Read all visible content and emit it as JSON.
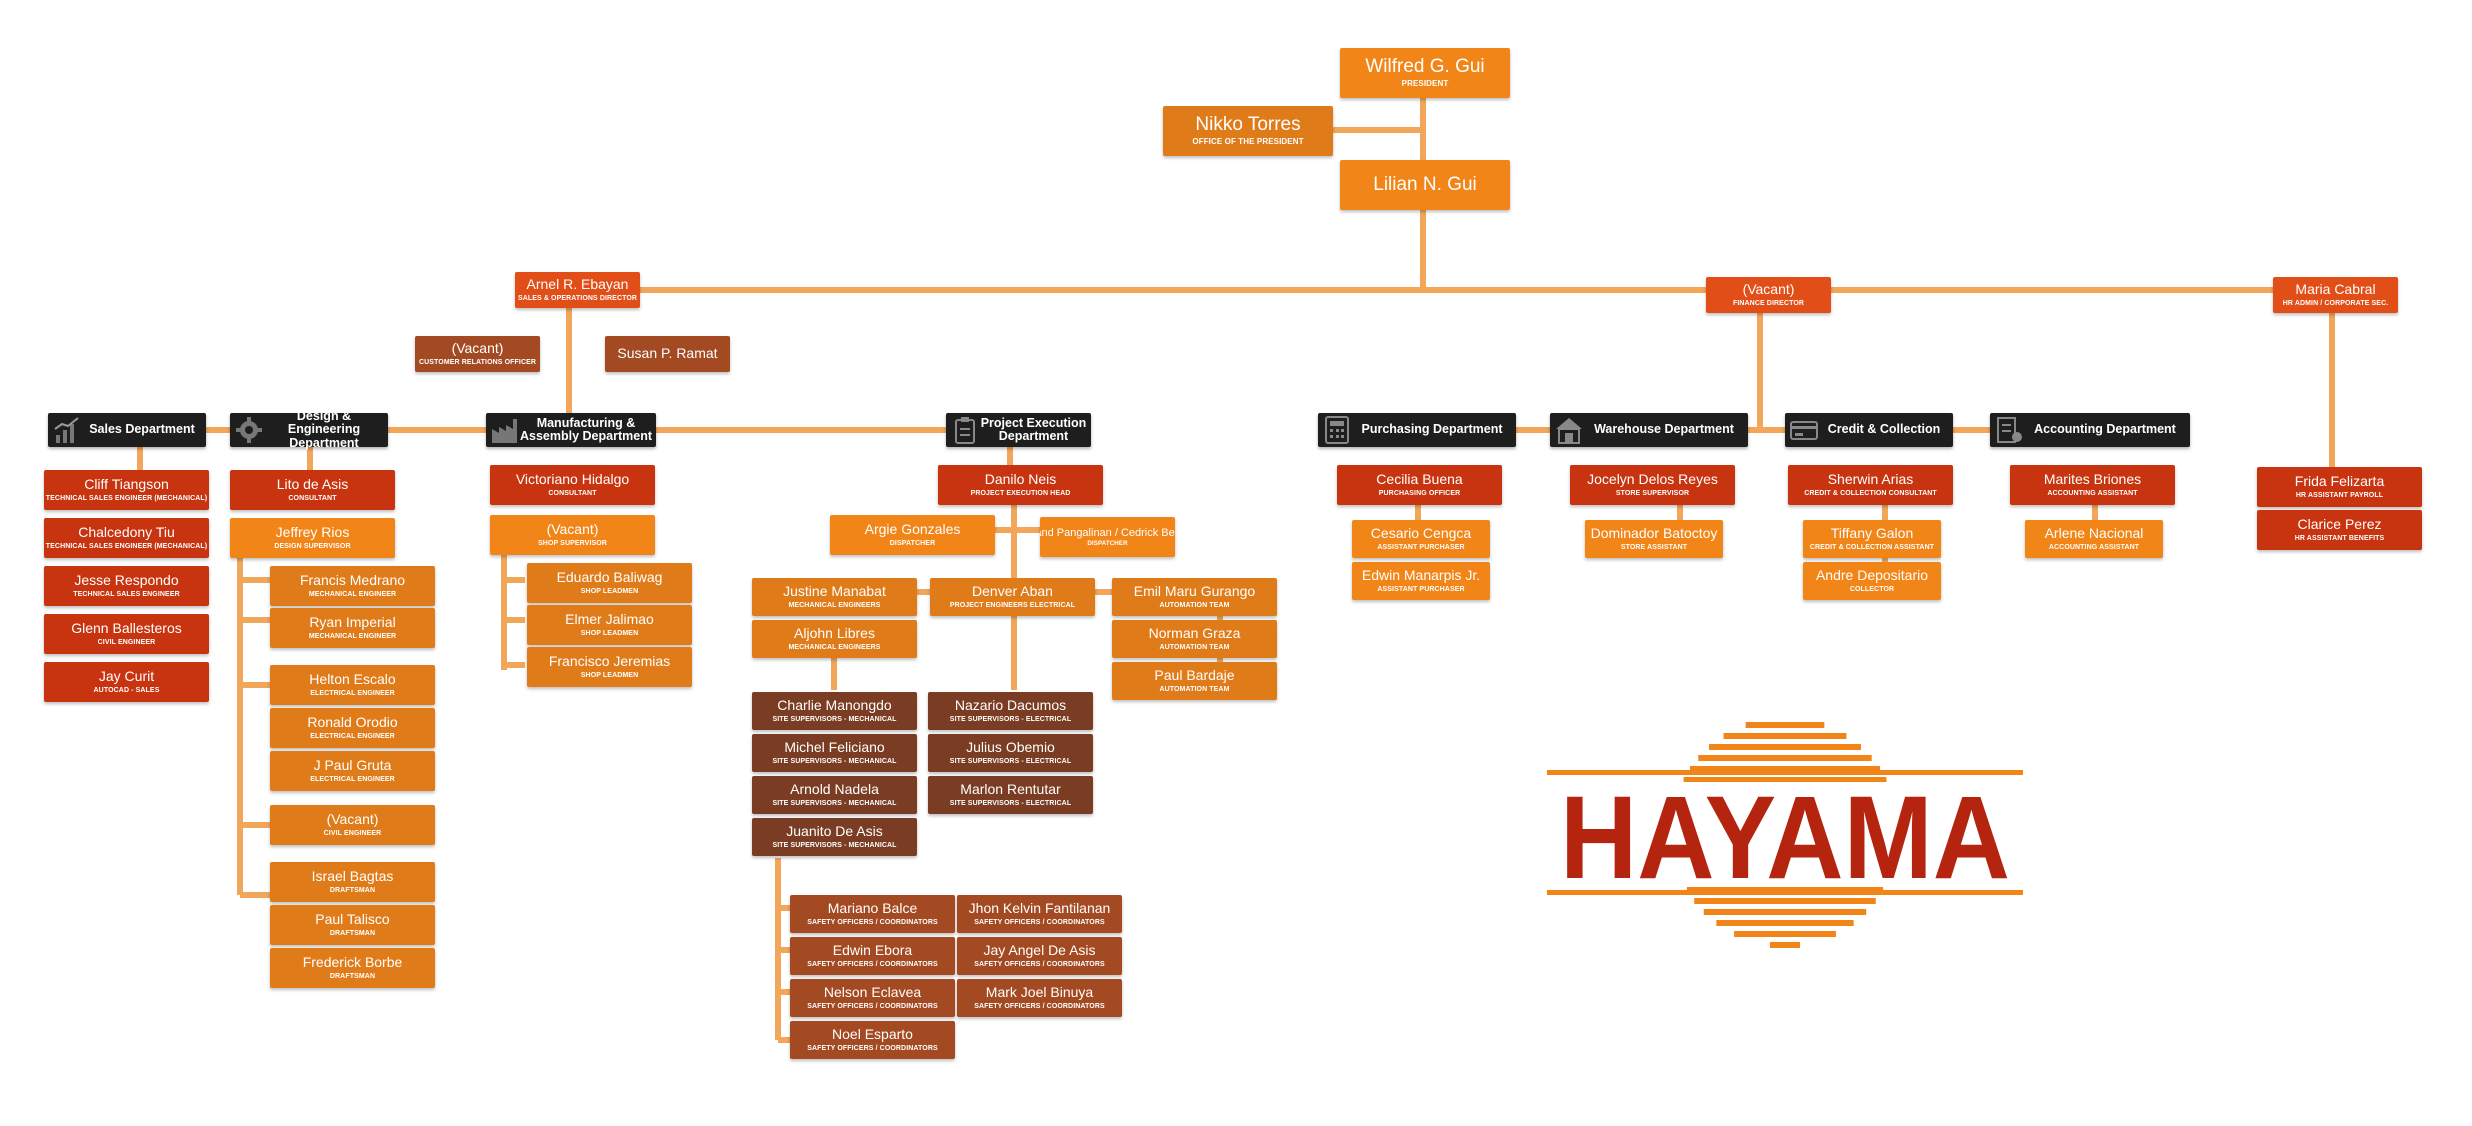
{
  "colors": {
    "connector": "#f2a65a",
    "orange": "#f28518",
    "amber": "#e07b1a",
    "red": "#c7340f",
    "redorange": "#e14e18",
    "brown": "#7a3c22",
    "sienna": "#a34a23",
    "dept": "#1e1e1e",
    "logo_red": "#b5240f",
    "logo_orange": "#f28518"
  },
  "logo": {
    "text": "HAYAMA"
  },
  "departments": {
    "sales": "Sales Department",
    "design": "Design & Engineering Department",
    "manufacturing": "Manufacturing & Assembly Department",
    "project": "Project Execution Department",
    "purchasing": "Purchasing Department",
    "warehouse": "Warehouse Department",
    "credit": "Credit & Collection",
    "accounting": "Accounting Department"
  },
  "people": {
    "p_wilfred": {
      "name": "Wilfred G. Gui",
      "role": "PRESIDENT"
    },
    "p_nikko": {
      "name": "Nikko Torres",
      "role": "OFFICE OF THE PRESIDENT"
    },
    "p_lilian": {
      "name": "Lilian N. Gui",
      "role": ""
    },
    "p_arnel": {
      "name": "Arnel R. Ebayan",
      "role": "SALES & OPERATIONS DIRECTOR"
    },
    "p_vac_cro": {
      "name": "(Vacant)",
      "role": "CUSTOMER RELATIONS OFFICER"
    },
    "p_susan": {
      "name": "Susan P. Ramat",
      "role": ""
    },
    "p_vac_fin": {
      "name": "(Vacant)",
      "role": "FINANCE DIRECTOR"
    },
    "p_maria": {
      "name": "Maria Cabral",
      "role": "HR ADMIN / CORPORATE SEC."
    },
    "p_cliff": {
      "name": "Cliff Tiangson",
      "role": "TECHNICAL SALES ENGINEER (MECHANICAL)"
    },
    "p_chalcedony": {
      "name": "Chalcedony Tiu",
      "role": "TECHNICAL SALES ENGINEER (MECHANICAL)"
    },
    "p_jesse": {
      "name": "Jesse Respondo",
      "role": "TECHNICAL SALES ENGINEER"
    },
    "p_glenn": {
      "name": "Glenn Ballesteros",
      "role": "CIVIL ENGINEER"
    },
    "p_jaycurit": {
      "name": "Jay Curit",
      "role": "AUTOCAD - SALES"
    },
    "p_lito": {
      "name": "Lito de Asis",
      "role": "CONSULTANT"
    },
    "p_jeffrey": {
      "name": "Jeffrey Rios",
      "role": "DESIGN SUPERVISOR"
    },
    "p_francism": {
      "name": "Francis Medrano",
      "role": "MECHANICAL ENGINEER"
    },
    "p_ryan": {
      "name": "Ryan Imperial",
      "role": "MECHANICAL ENGINEER"
    },
    "p_helton": {
      "name": "Helton Escalo",
      "role": "ELECTRICAL ENGINEER"
    },
    "p_ronald": {
      "name": "Ronald Orodio",
      "role": "ELECTRICAL ENGINEER"
    },
    "p_jpaul": {
      "name": "J Paul Gruta",
      "role": "ELECTRICAL ENGINEER"
    },
    "p_vac_civil": {
      "name": "(Vacant)",
      "role": "CIVIL ENGINEER"
    },
    "p_israel": {
      "name": "Israel Bagtas",
      "role": "DRAFTSMAN"
    },
    "p_paul": {
      "name": "Paul Talisco",
      "role": "DRAFTSMAN"
    },
    "p_frederick": {
      "name": "Frederick Borbe",
      "role": "DRAFTSMAN"
    },
    "p_victoriano": {
      "name": "Victoriano Hidalgo",
      "role": "CONSULTANT"
    },
    "p_vac_shop": {
      "name": "(Vacant)",
      "role": "SHOP SUPERVISOR"
    },
    "p_eduardo": {
      "name": "Eduardo Baliwag",
      "role": "SHOP LEADMEN"
    },
    "p_elmer": {
      "name": "Elmer Jalimao",
      "role": "SHOP LEADMEN"
    },
    "p_franciscoj": {
      "name": "Francisco Jeremias",
      "role": "SHOP LEADMEN"
    },
    "p_danilo": {
      "name": "Danilo Neis",
      "role": "PROJECT EXECUTION HEAD"
    },
    "p_argie": {
      "name": "Argie Gonzales",
      "role": "DISPATCHER"
    },
    "p_ferdinand": {
      "name": "Ferdinand Pangalinan / Cedrick Bersaluna",
      "role": "DISPATCHER"
    },
    "p_justine": {
      "name": "Justine Manabat",
      "role": "MECHANICAL ENGINEERS"
    },
    "p_aljohn": {
      "name": "Aljohn Libres",
      "role": "MECHANICAL ENGINEERS"
    },
    "p_denver": {
      "name": "Denver Aban",
      "role": "PROJECT ENGINEERS ELECTRICAL"
    },
    "p_emil": {
      "name": "Emil Maru Gurango",
      "role": "AUTOMATION TEAM"
    },
    "p_norman": {
      "name": "Norman Graza",
      "role": "AUTOMATION TEAM"
    },
    "p_paulb": {
      "name": "Paul Bardaje",
      "role": "AUTOMATION TEAM"
    },
    "p_charlie": {
      "name": "Charlie Manongdo",
      "role": "SITE SUPERVISORS - MECHANICAL"
    },
    "p_michel": {
      "name": "Michel Feliciano",
      "role": "SITE SUPERVISORS - MECHANICAL"
    },
    "p_arnold": {
      "name": "Arnold Nadela",
      "role": "SITE SUPERVISORS - MECHANICAL"
    },
    "p_juanito": {
      "name": "Juanito De Asis",
      "role": "SITE SUPERVISORS - MECHANICAL"
    },
    "p_nazario": {
      "name": "Nazario Dacumos",
      "role": "SITE SUPERVISORS - ELECTRICAL"
    },
    "p_julius": {
      "name": "Julius Obemio",
      "role": "SITE SUPERVISORS - ELECTRICAL"
    },
    "p_marlon": {
      "name": "Marlon Rentutar",
      "role": "SITE SUPERVISORS - ELECTRICAL"
    },
    "p_mariano": {
      "name": "Mariano Balce",
      "role": "SAFETY OFFICERS / COORDINATORS"
    },
    "p_edwine": {
      "name": "Edwin Ebora",
      "role": "SAFETY OFFICERS / COORDINATORS"
    },
    "p_nelson": {
      "name": "Nelson Eclavea",
      "role": "SAFETY OFFICERS / COORDINATORS"
    },
    "p_noel": {
      "name": "Noel Esparto",
      "role": "SAFETY OFFICERS / COORDINATORS"
    },
    "p_jhon": {
      "name": "Jhon Kelvin Fantilanan",
      "role": "SAFETY OFFICERS / COORDINATORS"
    },
    "p_jayangel": {
      "name": "Jay Angel De Asis",
      "role": "SAFETY OFFICERS / COORDINATORS"
    },
    "p_markjoel": {
      "name": "Mark Joel Binuya",
      "role": "SAFETY OFFICERS / COORDINATORS"
    },
    "p_cecilia": {
      "name": "Cecilia Buena",
      "role": "PURCHASING OFFICER"
    },
    "p_cesario": {
      "name": "Cesario Cengca",
      "role": "ASSISTANT PURCHASER"
    },
    "p_edwinm": {
      "name": "Edwin Manarpis Jr.",
      "role": "ASSISTANT PURCHASER"
    },
    "p_jocelyn": {
      "name": "Jocelyn Delos Reyes",
      "role": "STORE SUPERVISOR"
    },
    "p_dominador": {
      "name": "Dominador Batoctoy",
      "role": "STORE ASSISTANT"
    },
    "p_sherwin": {
      "name": "Sherwin Arias",
      "role": "CREDIT & COLLECTION CONSULTANT"
    },
    "p_tiffany": {
      "name": "Tiffany Galon",
      "role": "CREDIT & COLLECTION ASSISTANT"
    },
    "p_andre": {
      "name": "Andre Depositario",
      "role": "COLLECTOR"
    },
    "p_marites": {
      "name": "Marites Briones",
      "role": "ACCOUNTING ASSISTANT"
    },
    "p_arlene": {
      "name": "Arlene Nacional",
      "role": "ACCOUNTING ASSISTANT"
    },
    "p_frida": {
      "name": "Frida Felizarta",
      "role": "HR ASSISTANT PAYROLL"
    },
    "p_clarice": {
      "name": "Clarice Perez",
      "role": "HR ASSISTANT BENEFITS"
    }
  }
}
